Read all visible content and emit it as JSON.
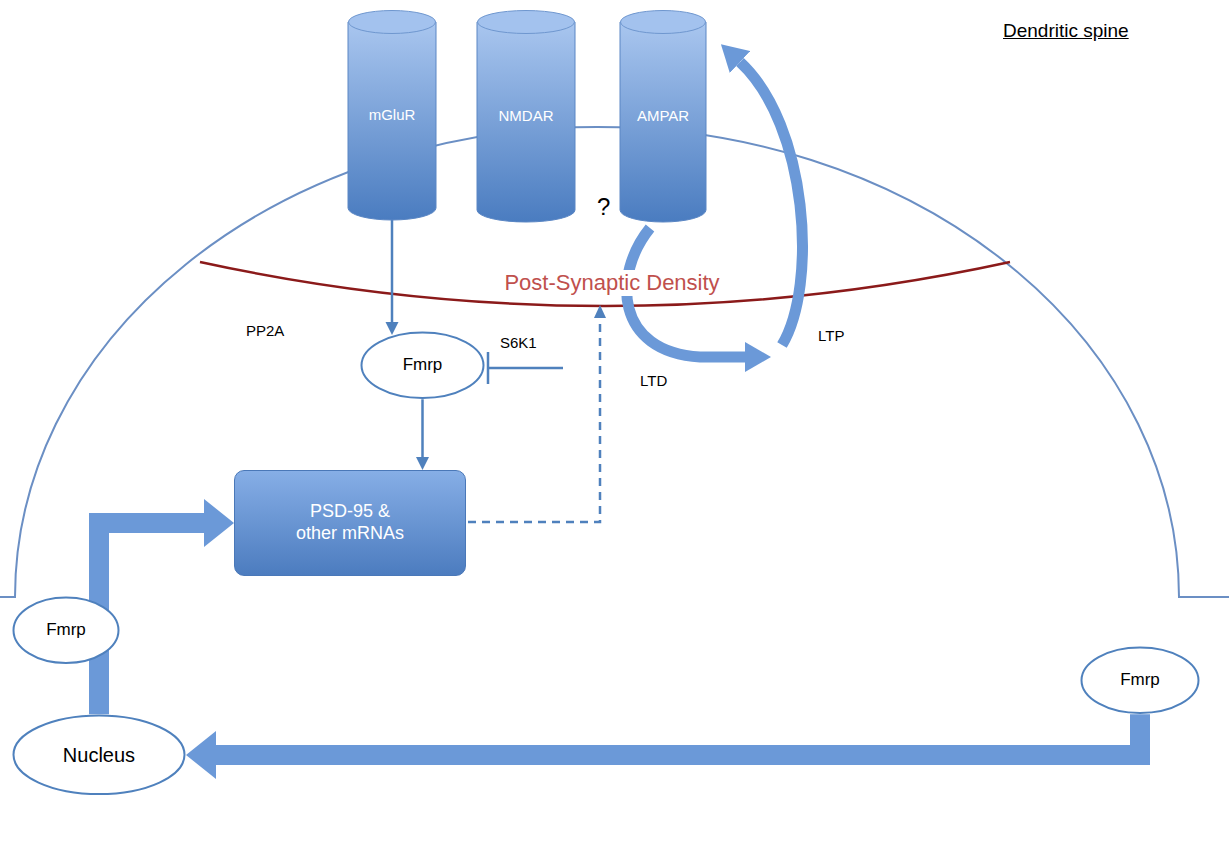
{
  "diagram": {
    "nodes": [
      {
        "text": [
          "mGluR"
        ]
      },
      {
        "text": [
          "NMDAR"
        ]
      },
      {
        "text": [
          "AMPAR"
        ]
      },
      {
        "text": [
          "Fmrp"
        ]
      },
      {
        "text": [
          "PSD-95 & other mRNAs"
        ]
      },
      {
        "text": [
          "Fmrp"
        ]
      },
      {
        "text": [
          "Nucleus"
        ]
      },
      {
        "text": [
          "Fmrp"
        ]
      }
    ],
    "edges": [
      {
        "from": 0,
        "to": 3,
        "arrow": "to"
      },
      {
        "from": 3,
        "to": 4,
        "arrow": "to"
      },
      {
        "from": 6,
        "to": 4,
        "arrow": "to"
      },
      {
        "from": 7,
        "to": 6,
        "arrow": "to"
      }
    ],
    "labels": [
      "Dendritic spine",
      "?",
      "Post-Synaptic Density",
      "PP2A",
      "S6K1",
      "LTD",
      "LTP"
    ]
  }
}
